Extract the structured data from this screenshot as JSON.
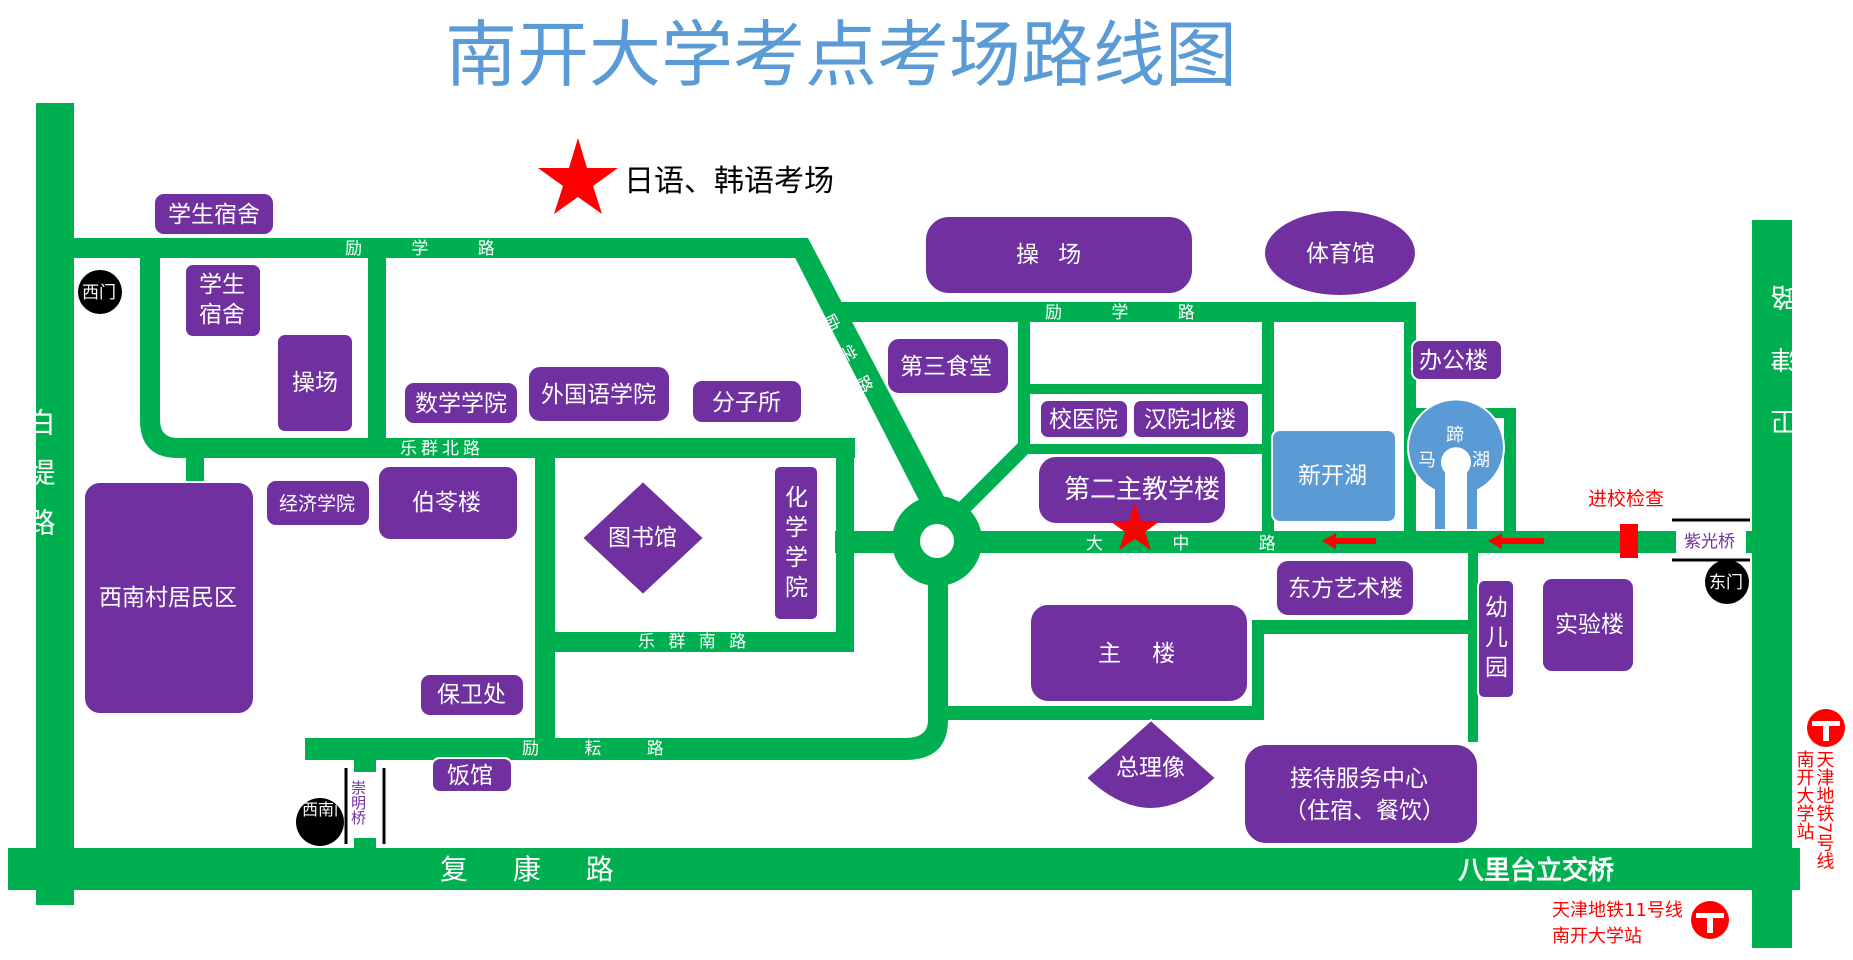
{
  "title": "南开大学考点考场路线图",
  "legend": {
    "marker": "star-icon",
    "text": "日语、韩语考场"
  },
  "roads": {
    "baidi": "白堤路",
    "weijin": "卫津路",
    "fukang": "复 康 路",
    "balitai": "八里台立交桥",
    "lixue_top": "励 学 路",
    "lixue_right": "励 学 路",
    "lixue_diag": "励学路",
    "lequn_north": "乐群北路",
    "lequn_south": "乐 群 南 路",
    "liyun": "励 耘 路",
    "dazhong": "大 中 路"
  },
  "gates": {
    "west": "西门",
    "east": "东门",
    "southwest": "西南门"
  },
  "bridges": {
    "ziguang": "紫光桥",
    "chongming": "崇明桥"
  },
  "checkpoint": "进校检查",
  "buildings": {
    "dorm_top": "学生宿舍",
    "dorm_small_1": "学生",
    "dorm_small_2": "宿舍",
    "field_small": "操场",
    "math": "数学学院",
    "foreign": "外国语学院",
    "molecular": "分子所",
    "economics": "经济学院",
    "boling": "伯苓楼",
    "library": "图书馆",
    "chem_1": "化",
    "chem_2": "学",
    "chem_3": "学",
    "chem_4": "院",
    "xinan": "西南村居民区",
    "security": "保卫处",
    "canteen_food": "饭馆",
    "playground": "操 场",
    "gym": "体育馆",
    "third_canteen": "第三食堂",
    "hospital": "校医院",
    "hanyuan": "汉院北楼",
    "second_teaching": "第二主教学楼",
    "xinkai_lake": "新开湖",
    "office": "办公楼",
    "horseshoe_1": "马",
    "horseshoe_2": "蹄",
    "horseshoe_3": "湖",
    "dongfang": "东方艺术楼",
    "kinder_1": "幼",
    "kinder_2": "儿",
    "kinder_3": "园",
    "lab": "实验楼",
    "main": "主 楼",
    "statue": "总理像",
    "reception_1": "接待服务中心",
    "reception_2": "（住宿、餐饮）"
  },
  "metro": {
    "line7": "天津地铁7号线",
    "line7_station": "南开大学站",
    "line11": "天津地铁11号线",
    "line11_station": "南开大学站"
  },
  "colors": {
    "road": "#00b050",
    "building": "#7030a0",
    "lake": "#5b9bd5",
    "title": "#5b9bd5",
    "marker": "#ff0000"
  }
}
